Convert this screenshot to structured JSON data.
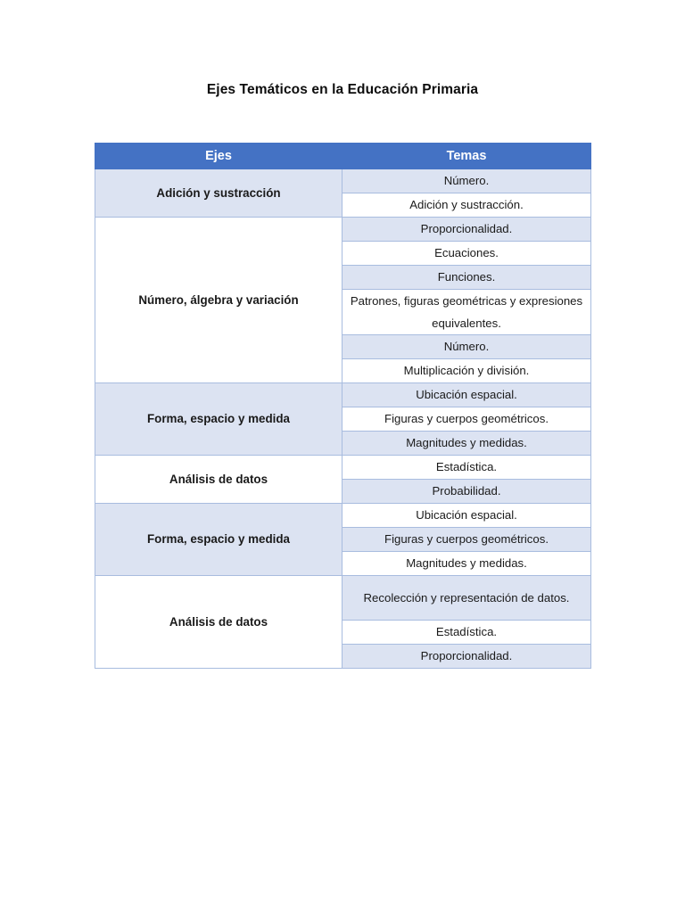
{
  "document": {
    "title": "Ejes Temáticos en la Educación Primaria"
  },
  "colors": {
    "header_background": "#4472C4",
    "header_text": "#FFFFFF",
    "row_shade": "#DCE3F2",
    "row_plain": "#FFFFFF",
    "border": "#A8BCDF",
    "page_background": "#FFFFFF",
    "body_text": "#1A1A1A"
  },
  "table": {
    "columns": [
      {
        "key": "ejes",
        "label": "Ejes"
      },
      {
        "key": "temas",
        "label": "Temas"
      }
    ],
    "groups": [
      {
        "eje": "Adición y sustracción",
        "eje_shaded": true,
        "temas": [
          {
            "text": "Número.",
            "shaded": true,
            "lines": 1
          },
          {
            "text": "Adición y sustracción.",
            "shaded": false,
            "lines": 1
          }
        ]
      },
      {
        "eje": "Número, álgebra y variación",
        "eje_shaded": false,
        "temas": [
          {
            "text": "Proporcionalidad.",
            "shaded": true,
            "lines": 1
          },
          {
            "text": "Ecuaciones.",
            "shaded": false,
            "lines": 1
          },
          {
            "text": "Funciones.",
            "shaded": true,
            "lines": 1
          },
          {
            "text": "Patrones, figuras geométricas y expresiones equivalentes.",
            "shaded": false,
            "lines": 2
          },
          {
            "text": "Número.",
            "shaded": true,
            "lines": 1
          },
          {
            "text": "Multiplicación y división.",
            "shaded": false,
            "lines": 1
          }
        ]
      },
      {
        "eje": "Forma, espacio y medida",
        "eje_shaded": true,
        "temas": [
          {
            "text": "Ubicación espacial.",
            "shaded": true,
            "lines": 1
          },
          {
            "text": "Figuras y cuerpos geométricos.",
            "shaded": false,
            "lines": 1
          },
          {
            "text": "Magnitudes y medidas.",
            "shaded": true,
            "lines": 1
          }
        ]
      },
      {
        "eje": "Análisis de datos",
        "eje_shaded": false,
        "temas": [
          {
            "text": "Estadística.",
            "shaded": false,
            "lines": 1
          },
          {
            "text": "Probabilidad.",
            "shaded": true,
            "lines": 1
          }
        ]
      },
      {
        "eje": "Forma, espacio y medida",
        "eje_shaded": true,
        "temas": [
          {
            "text": "Ubicación espacial.",
            "shaded": false,
            "lines": 1
          },
          {
            "text": "Figuras y cuerpos geométricos.",
            "shaded": true,
            "lines": 1
          },
          {
            "text": "Magnitudes y medidas.",
            "shaded": false,
            "lines": 1
          }
        ]
      },
      {
        "eje": "Análisis de datos",
        "eje_shaded": false,
        "temas": [
          {
            "text": "Recolección y representación de datos.",
            "shaded": true,
            "lines": 2
          },
          {
            "text": "Estadística.",
            "shaded": false,
            "lines": 1
          },
          {
            "text": "Proporcionalidad.",
            "shaded": true,
            "lines": 1
          }
        ]
      }
    ]
  }
}
